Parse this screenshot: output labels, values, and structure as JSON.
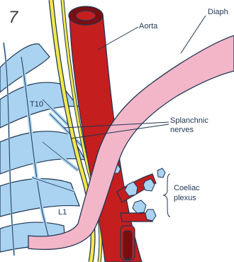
{
  "figure": {
    "number": "7",
    "labels": {
      "aorta": "Aorta",
      "diaph": "Diaph",
      "t10": "T10",
      "l1": "L1",
      "splanchnic_line1": "Splanchnic",
      "splanchnic_line2": "nerves",
      "coeliac_line1": "Coeliac",
      "coeliac_line2": "plexus"
    }
  },
  "colors": {
    "aorta": "#c41e1e",
    "aorta_dark": "#7a0e0e",
    "diaphragm": "#f2b6c8",
    "vertebra": "#a9d3f0",
    "nerve": "#f4e84a",
    "outline": "#1f3554"
  }
}
